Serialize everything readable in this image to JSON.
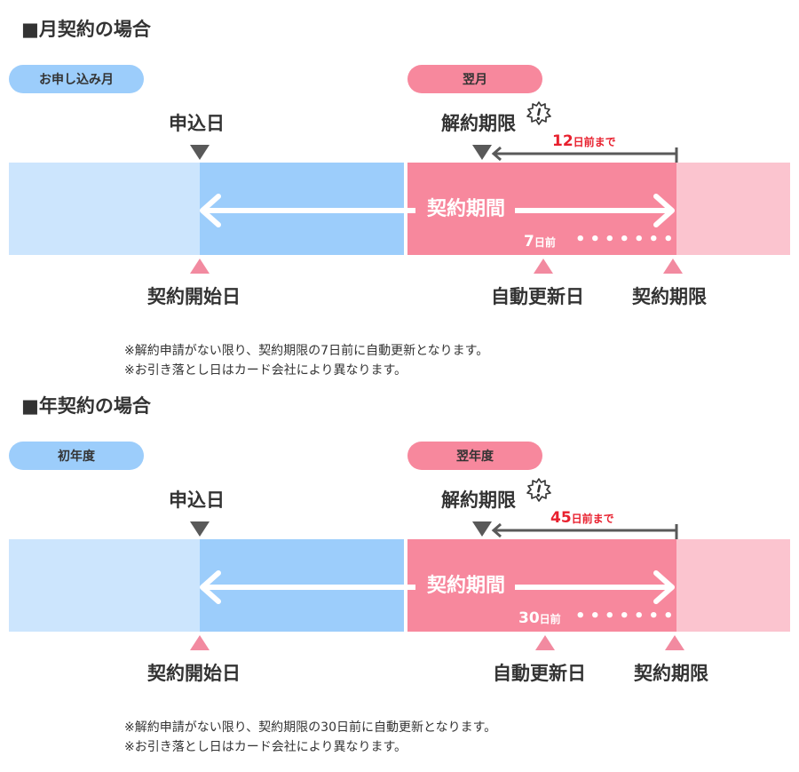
{
  "sections": [
    {
      "title": "■月契約の場合",
      "first_period_label": "お申し込み月",
      "next_period_label": "翌月",
      "apply_day": "申込日",
      "cancel_deadline": "解約期限",
      "deadline_days": "12",
      "deadline_suffix": "日前まで",
      "contract_period": "契約期間",
      "renewal_days": "7",
      "renewal_suffix": "日前",
      "start_day": "契約開始日",
      "renewal_day": "自動更新日",
      "contract_end": "契約期限",
      "note1": "※解約申請がない限り、契約期限の7日前に自動更新となります。",
      "note2": "※お引き落とし日はカード会社により異なります。"
    },
    {
      "title": "■年契約の場合",
      "first_period_label": "初年度",
      "next_period_label": "翌年度",
      "apply_day": "申込日",
      "cancel_deadline": "解約期限",
      "deadline_days": "45",
      "deadline_suffix": "日前まで",
      "contract_period": "契約期間",
      "renewal_days": "30",
      "renewal_suffix": "日前",
      "start_day": "契約開始日",
      "renewal_day": "自動更新日",
      "contract_end": "契約期限",
      "note1": "※解約申請がない限り、契約期限の30日前に自動更新となります。",
      "note2": "※お引き落とし日はカード会社により異なります。"
    }
  ],
  "colors": {
    "blue_light": "#cce5fd",
    "blue": "#9ccdfb",
    "pink": "#f7889d",
    "pink_light": "#fbc4cf",
    "marker_up": "#f28aa0",
    "marker_down": "#595959",
    "deadline_red": "#e8202e"
  },
  "icons": {
    "alert": "exclamation-burst-icon",
    "double_arrow": "double-headed-arrow-icon"
  }
}
